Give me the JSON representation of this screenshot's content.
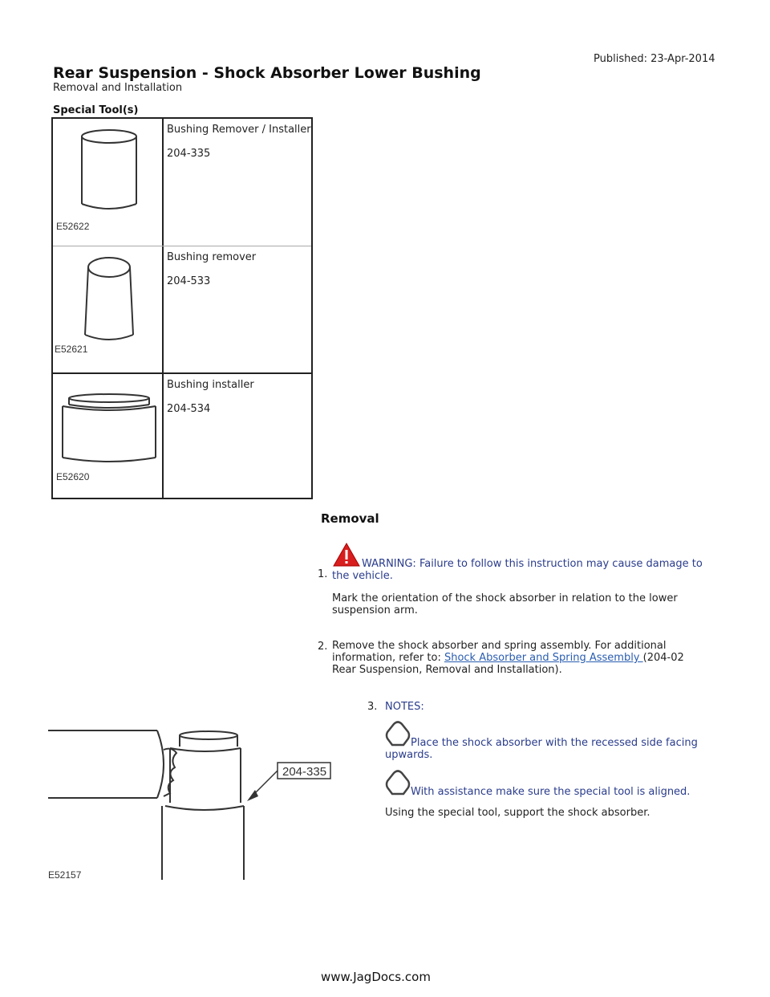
{
  "header": {
    "published": "Published: 23-Apr-2014",
    "title": "Rear Suspension - Shock Absorber Lower Bushing",
    "subtitle": "Removal and Installation"
  },
  "special_tools": {
    "heading": "Special Tool(s)",
    "tools": [
      {
        "image_code": "E52622",
        "name": "Bushing Remover / Installer",
        "number": "204-335"
      },
      {
        "image_code": "E52621",
        "name": "Bushing remover",
        "number": "204-533"
      },
      {
        "image_code": "E52620",
        "name": "Bushing installer",
        "number": "204-534"
      }
    ]
  },
  "removal": {
    "heading": "Removal",
    "steps": [
      {
        "num": "1.",
        "warning": "WARNING: Failure to follow this instruction may cause damage to the vehicle.",
        "text": "Mark the orientation of the shock absorber in relation to the lower suspension arm."
      },
      {
        "num": "2.",
        "text_before": "Remove the shock absorber and spring assembly. For additional information, refer to: ",
        "link": "Shock Absorber and Spring Assembly ",
        "text_after": "(204-02 Rear Suspension, Removal and Installation)."
      },
      {
        "num": "3.",
        "notes_label": "NOTES:",
        "note1": "Place the shock absorber with the recessed side facing upwards.",
        "note2": "With assistance make sure the special tool is aligned.",
        "text": "Using the special tool, support the shock absorber.",
        "image_code": "E52157",
        "callout": "204-335"
      }
    ]
  },
  "footer": {
    "site": "www.JagDocs.com"
  }
}
